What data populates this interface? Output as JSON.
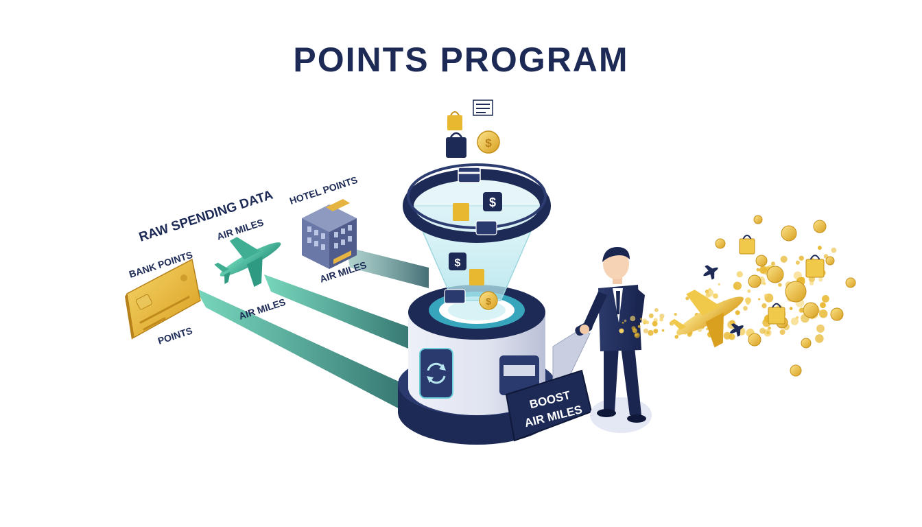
{
  "title": "POINTS PROGRAM",
  "labels": {
    "raw_spending": "RAW SPENDING DATA",
    "bank_points": "BANK POINTS",
    "air_miles_top": "AIR MILES",
    "hotel_points": "HOTEL POINTS",
    "air_miles_hotel_stream": "AIR MILES",
    "air_miles_plane_stream": "AIR MILES",
    "points_card_stream": "POINTS"
  },
  "machine": {
    "button_line1": "BOOST",
    "button_line2": "AIR MILES"
  },
  "colors": {
    "navy": "#1c2a55",
    "teal": "#3aa88c",
    "gold": "#e8b830",
    "glass": "#cdeef2"
  }
}
